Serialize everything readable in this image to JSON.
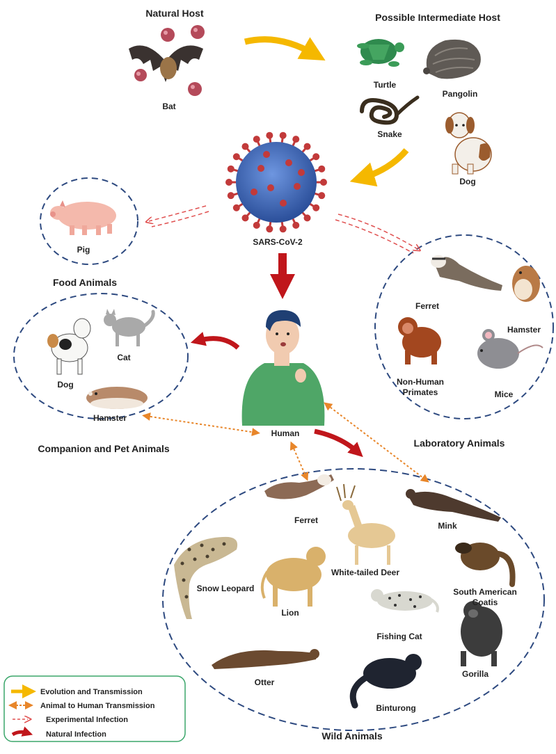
{
  "headings": {
    "natural_host": "Natural Host",
    "intermediate_host": "Possible Intermediate Host",
    "food_animals": "Food Animals",
    "companion_animals": "Companion and Pet Animals",
    "laboratory_animals": "Laboratory Animals",
    "wild_animals": "Wild Animals"
  },
  "center": {
    "virus": "SARS-CoV-2",
    "human": "Human"
  },
  "animals": {
    "bat": "Bat",
    "turtle": "Turtle",
    "pangolin": "Pangolin",
    "snake": "Snake",
    "dog_intermediate": "Dog",
    "pig": "Pig",
    "dog_pet": "Dog",
    "cat": "Cat",
    "hamster_pet": "Hamster",
    "ferret_lab": "Ferret",
    "hamster_lab": "Hamster",
    "nhp": "Non-Human",
    "nhp2": "Primates",
    "mice": "Mice",
    "ferret_wild": "Ferret",
    "mink": "Mink",
    "white_tailed_deer": "White-tailed Deer",
    "snow_leopard": "Snow Leopard",
    "lion": "Lion",
    "coatis1": "South American",
    "coatis2": "Coatis",
    "fishing_cat": "Fishing Cat",
    "gorilla": "Gorilla",
    "otter": "Otter",
    "binturong": "Binturong"
  },
  "legend": {
    "evolution": "Evolution and Transmission",
    "animal_to_human": "Animal to Human Transmission",
    "experimental": "Experimental Infection",
    "natural": "Natural Infection"
  },
  "colors": {
    "evolution_arrow": "#f5b800",
    "animal_to_human_arrow": "#e8862a",
    "experimental_arrow": "#e05050",
    "natural_arrow": "#c0161b",
    "circle_border": "#2e4a80",
    "legend_border": "#3aa66a",
    "virus_body": "#3e6cc0",
    "virus_spike": "#c23a3a"
  }
}
